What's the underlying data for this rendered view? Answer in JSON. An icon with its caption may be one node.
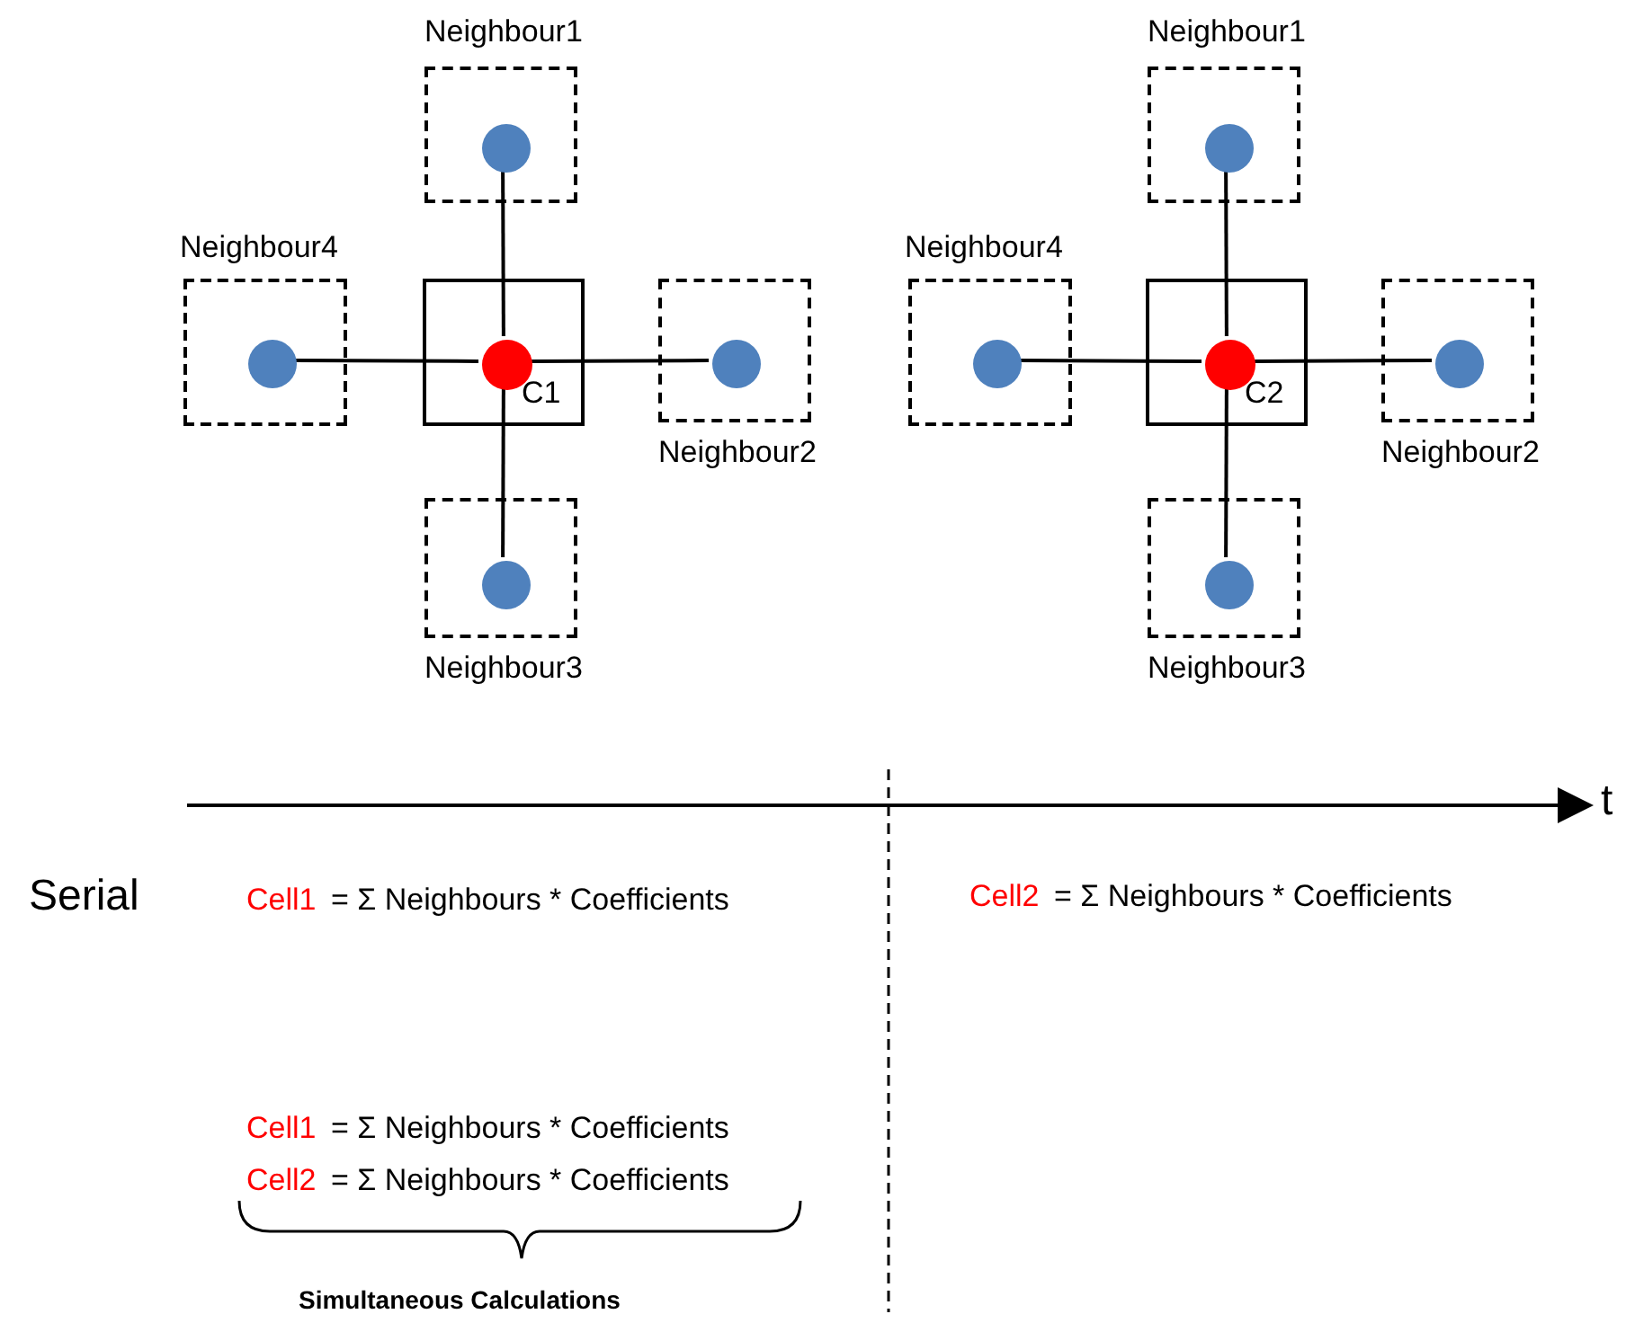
{
  "diagram": {
    "nodes": [
      {
        "text": [
          "C1"
        ]
      },
      {
        "text": [],
        "shape": "circle",
        "in": 0
      },
      {
        "text": [
          "Neighbour1"
        ]
      },
      {
        "text": [],
        "shape": "circle",
        "in": 2
      },
      {
        "text": [
          "Neighbour4"
        ]
      },
      {
        "text": [],
        "shape": "circle",
        "in": 4
      },
      {
        "text": [
          "Neighbour2"
        ]
      },
      {
        "text": [],
        "shape": "circle",
        "in": 6
      },
      {
        "text": [
          "Neighbour3"
        ]
      },
      {
        "text": [],
        "shape": "circle",
        "in": 8
      },
      {
        "text": [
          "C2"
        ]
      },
      {
        "text": [],
        "shape": "circle",
        "in": 10
      },
      {
        "text": [
          "Neighbour1"
        ]
      },
      {
        "text": [],
        "shape": "circle",
        "in": 12
      },
      {
        "text": [
          "Neighbour4"
        ]
      },
      {
        "text": [],
        "shape": "circle",
        "in": 14
      },
      {
        "text": [
          "Neighbour2"
        ]
      },
      {
        "text": [],
        "shape": "circle",
        "in": 16
      },
      {
        "text": [
          "Neighbour3"
        ]
      },
      {
        "text": [],
        "shape": "circle",
        "in": 18
      }
    ],
    "edges": [
      {
        "from": 1,
        "to": 3,
        "arrow": "none"
      },
      {
        "from": 1,
        "to": 5,
        "arrow": "none"
      },
      {
        "from": 1,
        "to": 7,
        "arrow": "none"
      },
      {
        "from": 1,
        "to": 9,
        "arrow": "none"
      },
      {
        "from": 11,
        "to": 13,
        "arrow": "none"
      },
      {
        "from": 11,
        "to": 15,
        "arrow": "none"
      },
      {
        "from": 11,
        "to": 17,
        "arrow": "none"
      },
      {
        "from": 11,
        "to": 19,
        "arrow": "none"
      }
    ],
    "labels": [
      "t",
      "Serial",
      "Cell1",
      "= Σ Neighbours * Coefficients",
      "Cell2",
      "= Σ Neighbours * Coefficients",
      "Cell1",
      "= Σ Neighbours * Coefficients",
      "Cell2",
      "= Σ Neighbours * Coefficients",
      "Simultaneous Calculations"
    ]
  }
}
